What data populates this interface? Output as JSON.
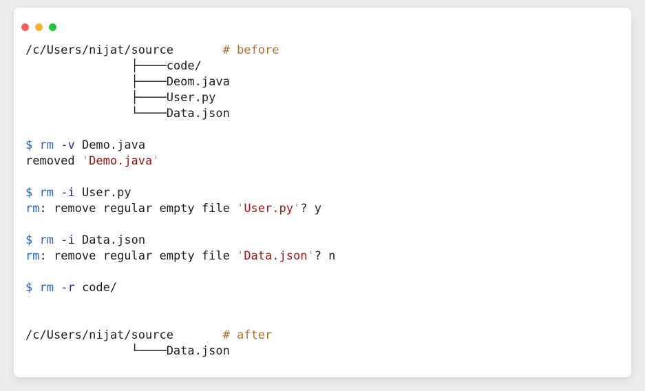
{
  "window": {
    "controls": [
      {
        "name": "close",
        "color": "#fa5f55"
      },
      {
        "name": "minimize",
        "color": "#fdb32b"
      },
      {
        "name": "maximize",
        "color": "#20c63e"
      }
    ]
  },
  "colors": {
    "plain": "#1e1e1e",
    "comment": "#b5712c",
    "cmd": "#2a62c9",
    "flag": "#1f1f9e",
    "str": "#a31515",
    "quote": "#9a9a9a"
  },
  "terminal": {
    "lines": [
      {
        "segments": [
          {
            "text": "/c/Users/nijat/source       ",
            "style": "plain"
          },
          {
            "text": "# before",
            "style": "comment"
          }
        ]
      },
      {
        "segments": [
          {
            "text": "               ├────code/",
            "style": "plain"
          }
        ]
      },
      {
        "segments": [
          {
            "text": "               ├────Deom.java",
            "style": "plain"
          }
        ]
      },
      {
        "segments": [
          {
            "text": "               ├────User.py",
            "style": "plain"
          }
        ]
      },
      {
        "segments": [
          {
            "text": "               └────Data.json",
            "style": "plain"
          }
        ]
      },
      {
        "segments": []
      },
      {
        "segments": [
          {
            "text": "$",
            "style": "cmd"
          },
          {
            "text": " ",
            "style": "plain"
          },
          {
            "text": "rm",
            "style": "cmd"
          },
          {
            "text": " ",
            "style": "plain"
          },
          {
            "text": "-v",
            "style": "flag"
          },
          {
            "text": " Demo.java",
            "style": "plain"
          }
        ]
      },
      {
        "segments": [
          {
            "text": "removed ",
            "style": "plain"
          },
          {
            "text": "'",
            "style": "quote"
          },
          {
            "text": "Demo.java",
            "style": "str"
          },
          {
            "text": "'",
            "style": "quote"
          }
        ]
      },
      {
        "segments": []
      },
      {
        "segments": [
          {
            "text": "$",
            "style": "cmd"
          },
          {
            "text": " ",
            "style": "plain"
          },
          {
            "text": "rm",
            "style": "cmd"
          },
          {
            "text": " ",
            "style": "plain"
          },
          {
            "text": "-i",
            "style": "flag"
          },
          {
            "text": " User.py",
            "style": "plain"
          }
        ]
      },
      {
        "segments": [
          {
            "text": "rm",
            "style": "cmd"
          },
          {
            "text": ": remove regular empty file ",
            "style": "plain"
          },
          {
            "text": "'",
            "style": "quote"
          },
          {
            "text": "User.py",
            "style": "str"
          },
          {
            "text": "'",
            "style": "quote"
          },
          {
            "text": "? y",
            "style": "plain"
          }
        ]
      },
      {
        "segments": []
      },
      {
        "segments": [
          {
            "text": "$",
            "style": "cmd"
          },
          {
            "text": " ",
            "style": "plain"
          },
          {
            "text": "rm",
            "style": "cmd"
          },
          {
            "text": " ",
            "style": "plain"
          },
          {
            "text": "-i",
            "style": "flag"
          },
          {
            "text": " Data.json",
            "style": "plain"
          }
        ]
      },
      {
        "segments": [
          {
            "text": "rm",
            "style": "cmd"
          },
          {
            "text": ": remove regular empty file ",
            "style": "plain"
          },
          {
            "text": "'",
            "style": "quote"
          },
          {
            "text": "Data.json",
            "style": "str"
          },
          {
            "text": "'",
            "style": "quote"
          },
          {
            "text": "? n",
            "style": "plain"
          }
        ]
      },
      {
        "segments": []
      },
      {
        "segments": [
          {
            "text": "$",
            "style": "cmd"
          },
          {
            "text": " ",
            "style": "plain"
          },
          {
            "text": "rm",
            "style": "cmd"
          },
          {
            "text": " ",
            "style": "plain"
          },
          {
            "text": "-r",
            "style": "flag"
          },
          {
            "text": " code/",
            "style": "plain"
          }
        ]
      },
      {
        "segments": []
      },
      {
        "segments": []
      },
      {
        "segments": [
          {
            "text": "/c/Users/nijat/source       ",
            "style": "plain"
          },
          {
            "text": "# after",
            "style": "comment"
          }
        ]
      },
      {
        "segments": [
          {
            "text": "               └────Data.json",
            "style": "plain"
          }
        ]
      }
    ]
  }
}
